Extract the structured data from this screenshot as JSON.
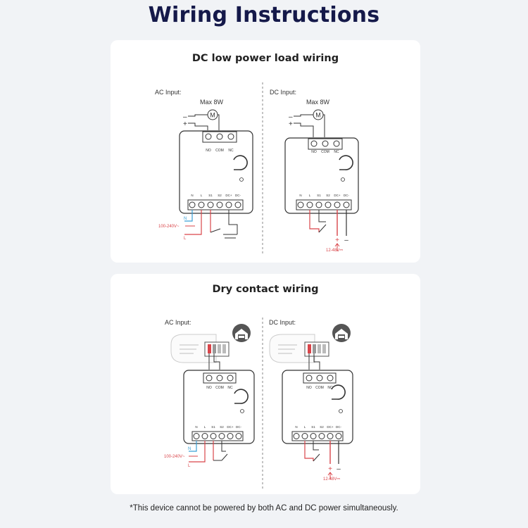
{
  "title": "Wiring Instructions",
  "sections": [
    {
      "title": "DC low power load wiring",
      "left": {
        "input_label": "AC Input:",
        "load_label": "Max 8W",
        "motor_symbol": "M",
        "terminals_top": [
          "NO",
          "COM",
          "NC"
        ],
        "terminals_bottom": [
          "N",
          "L",
          "S1",
          "S2",
          "DC+",
          "DC-"
        ],
        "neutral_label": "N",
        "live_label": "L",
        "voltage_label": "100-240V~"
      },
      "right": {
        "input_label": "DC Input:",
        "load_label": "Max 8W",
        "motor_symbol": "M",
        "terminals_top": [
          "NO",
          "COM",
          "NC"
        ],
        "terminals_bottom": [
          "N",
          "L",
          "S1",
          "S2",
          "DC+",
          "DC-"
        ],
        "voltage_label": "12-48V⎓"
      }
    },
    {
      "title": "Dry contact wiring",
      "left": {
        "input_label": "AC Input:",
        "terminals_top": [
          "NO",
          "COM",
          "NC"
        ],
        "terminals_bottom": [
          "N",
          "L",
          "S1",
          "S2",
          "DC+",
          "DC-"
        ],
        "neutral_label": "N",
        "live_label": "L",
        "voltage_label": "100-240V~"
      },
      "right": {
        "input_label": "DC Input:",
        "terminals_top": [
          "NO",
          "COM",
          "NC"
        ],
        "terminals_bottom": [
          "N",
          "L",
          "S1",
          "S2",
          "DC+",
          "DC-"
        ],
        "voltage_label": "12-48V⎓"
      }
    }
  ],
  "icons": {
    "garage": "garage-icon",
    "motor": "motor-icon",
    "switch": "switch-icon"
  },
  "colors": {
    "title": "#15194a",
    "ac_wire": "#d9454a",
    "neutral_wire": "#3aa0d6",
    "device_outline": "#333333"
  },
  "footnote": "*This device cannot be powered by both AC and DC power simultaneously."
}
